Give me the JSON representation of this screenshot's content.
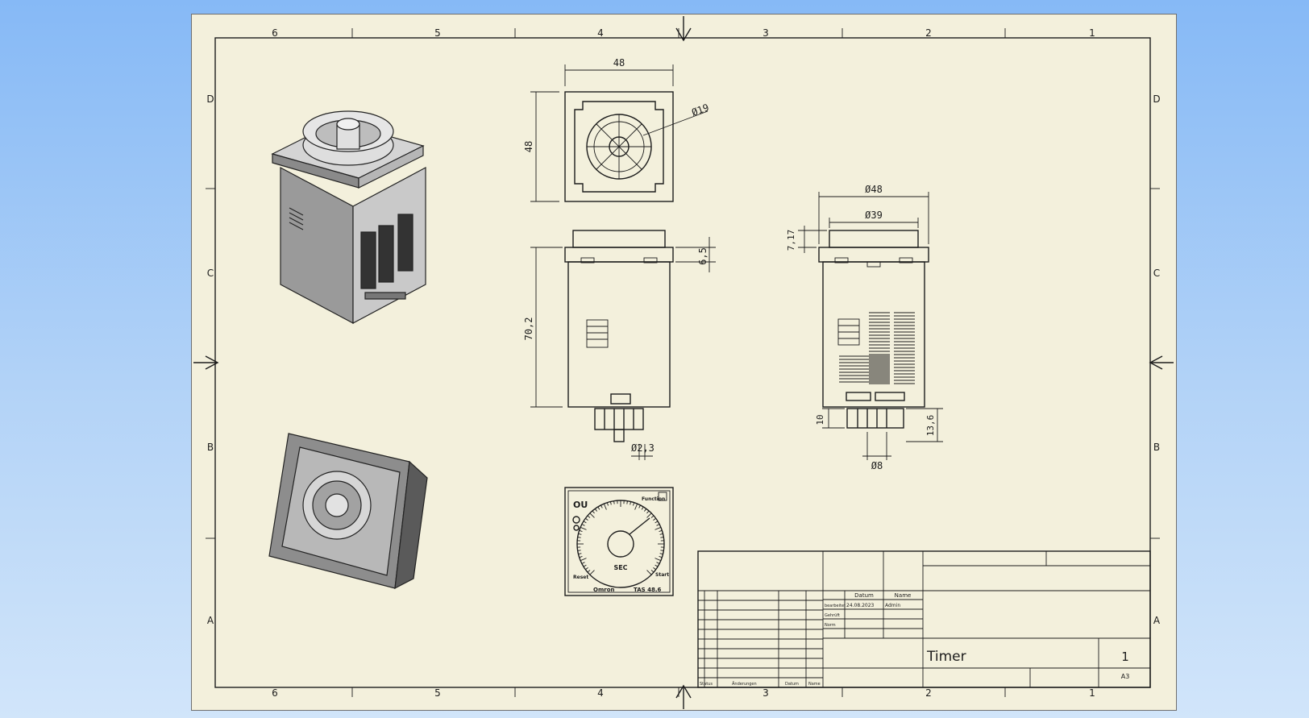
{
  "sheet": {
    "zone_columns": [
      "6",
      "5",
      "4",
      "3",
      "2",
      "1"
    ],
    "zone_rows": [
      "D",
      "C",
      "B",
      "A"
    ]
  },
  "dimensions": {
    "top_width": "48",
    "top_height": "48",
    "top_diameter": "Ø19",
    "front_height": "70,2",
    "front_cap": "6,5",
    "front_pin": "Ø2,3",
    "side_outer": "Ø48",
    "side_inner": "Ø39",
    "side_cap": "7,17",
    "side_pin_len": "10",
    "side_base": "13,6",
    "side_pin_circle": "Ø8"
  },
  "dial": {
    "unit": "SEC",
    "range_label": "Function",
    "left_label": "Reset",
    "right_label": "Start",
    "brand": "Omron",
    "model": "TAS 48.6"
  },
  "title_block": {
    "date_header": "Datum",
    "name_header": "Name",
    "row1_label": "bearbeitet",
    "row1_date": "24.08.2023",
    "row1_name": "Admin",
    "row2_label": "Gehrüft",
    "row3_label": "Norm",
    "status_label": "Status",
    "change_label": "Änderungen",
    "date_label": "Datum",
    "name_label": "Name",
    "drawing_title": "Timer",
    "sheet_number": "1",
    "sheet_format": "A3"
  }
}
